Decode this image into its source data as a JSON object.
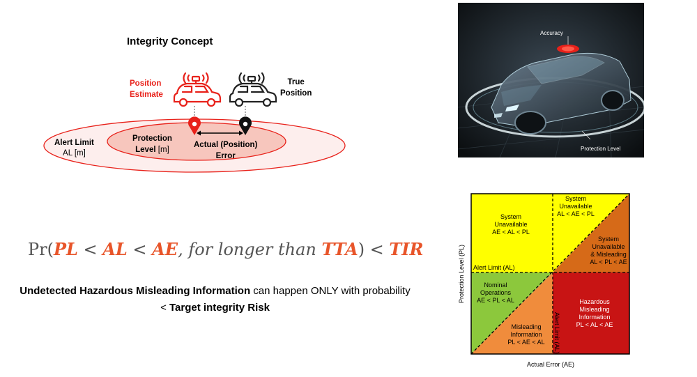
{
  "concept": {
    "title": "Integrity Concept",
    "position_estimate": [
      "Position",
      "Estimate"
    ],
    "true_position": [
      "True",
      "Position"
    ],
    "alert_limit": {
      "name": "Alert Limit",
      "unit": "AL [m]"
    },
    "protection_level": {
      "name": "Protection",
      "unit": "Level [m]"
    },
    "actual_error": [
      "Actual (Position)",
      "Error"
    ]
  },
  "formula": {
    "prefix": "Pr(",
    "pl": "PL",
    "lt1": " < ",
    "al": "AL",
    "lt2": " < ",
    "ae": "AE",
    "mid": ", for longer than ",
    "tta": "TTA",
    "close": ") < ",
    "tir": "TIR"
  },
  "statement": {
    "bold1": "Undetected Hazardous Misleading Information",
    "text1": " can happen ONLY with probability < ",
    "bold2": "Target integrity Risk"
  },
  "photo": {
    "accuracy_label": "Accuracy",
    "protection_label": "Protection Level"
  },
  "quadrant": {
    "y_axis": "Protection Level (PL)",
    "x_axis": "Actual Error (AE)",
    "alert_limit_h": "Alert Limit (AL)",
    "alert_limit_v": "Alert Limit (AL)",
    "regions": {
      "sys_unavail_left": [
        "System",
        "Unavailable",
        "AE < AL < PL"
      ],
      "sys_unavail_top": [
        "System",
        "Unavailable",
        "AL < AE < PL"
      ],
      "sys_unavail_misleading": [
        "System",
        "Unavailable",
        "& Misleading",
        "AL < PL < AE"
      ],
      "nominal": [
        "Nominal",
        "Operations",
        "AE < PL < AL"
      ],
      "misleading": [
        "Misleading",
        "Information",
        "PL < AE < AL"
      ],
      "hazardous": [
        "Hazardous",
        "Misleading",
        "Information",
        "PL < AL < AE"
      ]
    },
    "colors": {
      "yellow": "#ffff00",
      "orange": "#e86f1a",
      "green": "#8cc83c",
      "light_orange": "#f08c3c",
      "red": "#c81414"
    }
  }
}
